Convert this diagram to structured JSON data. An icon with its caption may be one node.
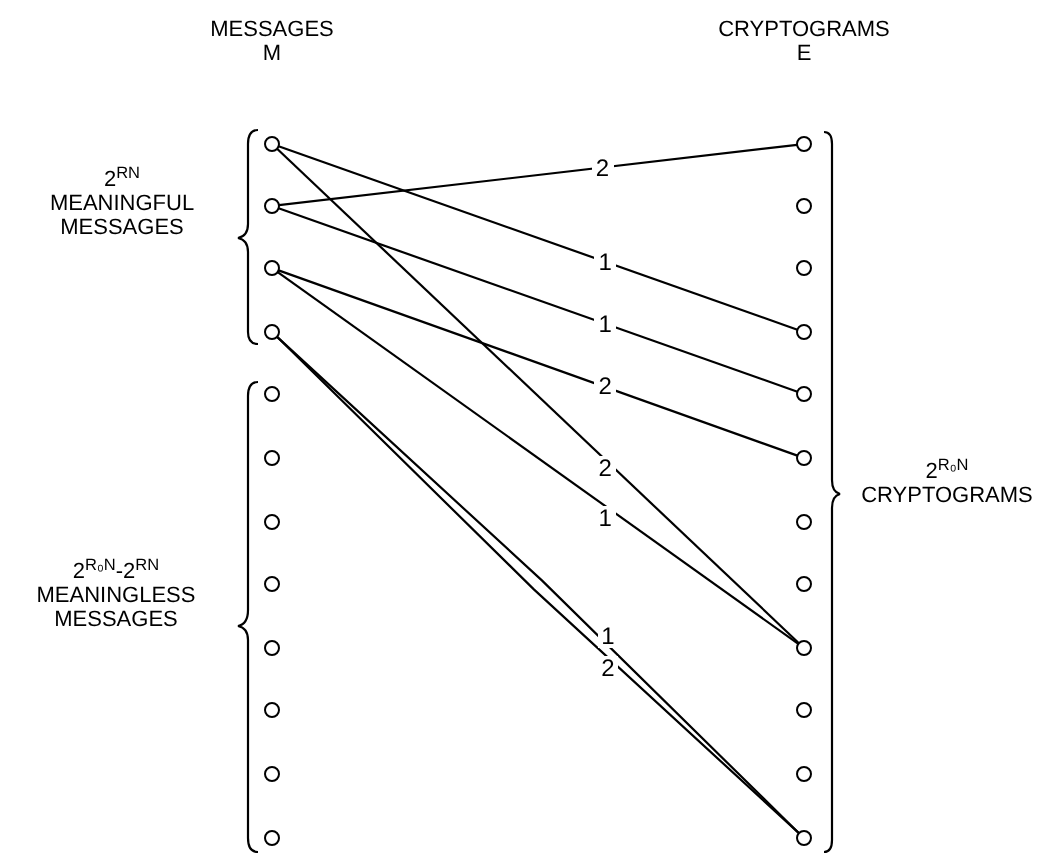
{
  "diagram": {
    "nodes": [
      {
        "text": [],
        "shape": "circle"
      },
      {
        "text": [],
        "shape": "circle"
      },
      {
        "text": [],
        "shape": "circle"
      },
      {
        "text": [],
        "shape": "circle"
      },
      {
        "text": [],
        "shape": "circle"
      },
      {
        "text": [],
        "shape": "circle"
      },
      {
        "text": [],
        "shape": "circle"
      },
      {
        "text": [],
        "shape": "circle"
      },
      {
        "text": [],
        "shape": "circle"
      },
      {
        "text": [],
        "shape": "circle"
      },
      {
        "text": [],
        "shape": "circle"
      },
      {
        "text": [],
        "shape": "circle"
      },
      {
        "text": [],
        "shape": "circle"
      },
      {
        "text": [],
        "shape": "circle"
      },
      {
        "text": [],
        "shape": "circle"
      },
      {
        "text": [],
        "shape": "circle"
      },
      {
        "text": [],
        "shape": "circle"
      },
      {
        "text": [],
        "shape": "circle"
      },
      {
        "text": [],
        "shape": "circle"
      },
      {
        "text": [],
        "shape": "circle"
      },
      {
        "text": [],
        "shape": "circle"
      },
      {
        "text": [],
        "shape": "circle"
      },
      {
        "text": [],
        "shape": "circle"
      },
      {
        "text": [],
        "shape": "circle"
      }
    ],
    "edges": [
      {
        "from": 1,
        "to": 12,
        "arrow": "none",
        "label": "2"
      },
      {
        "from": 0,
        "to": 15,
        "arrow": "none",
        "label": "1"
      },
      {
        "from": 1,
        "to": 16,
        "arrow": "none",
        "label": "1"
      },
      {
        "from": 2,
        "to": 17,
        "arrow": "none",
        "label": "2"
      },
      {
        "from": 0,
        "to": 20,
        "arrow": "none",
        "label": "2"
      },
      {
        "from": 2,
        "to": 20,
        "arrow": "none",
        "label": "1"
      },
      {
        "from": 3,
        "to": 23,
        "arrow": "none",
        "label": "1"
      },
      {
        "from": 3,
        "to": 23,
        "arrow": "none",
        "label": "2"
      }
    ],
    "labels": [
      "MESSAGES",
      "M",
      "CRYPTOGRAMS",
      "E",
      "2$^{RN}$",
      "MEANINGFUL MESSAGES",
      "2$^{R₀N}$-2$^{RN}$",
      "MEANINGLESS MESSAGES",
      "2$^{R₀N}$",
      "CRYPTOGRAMS"
    ]
  }
}
